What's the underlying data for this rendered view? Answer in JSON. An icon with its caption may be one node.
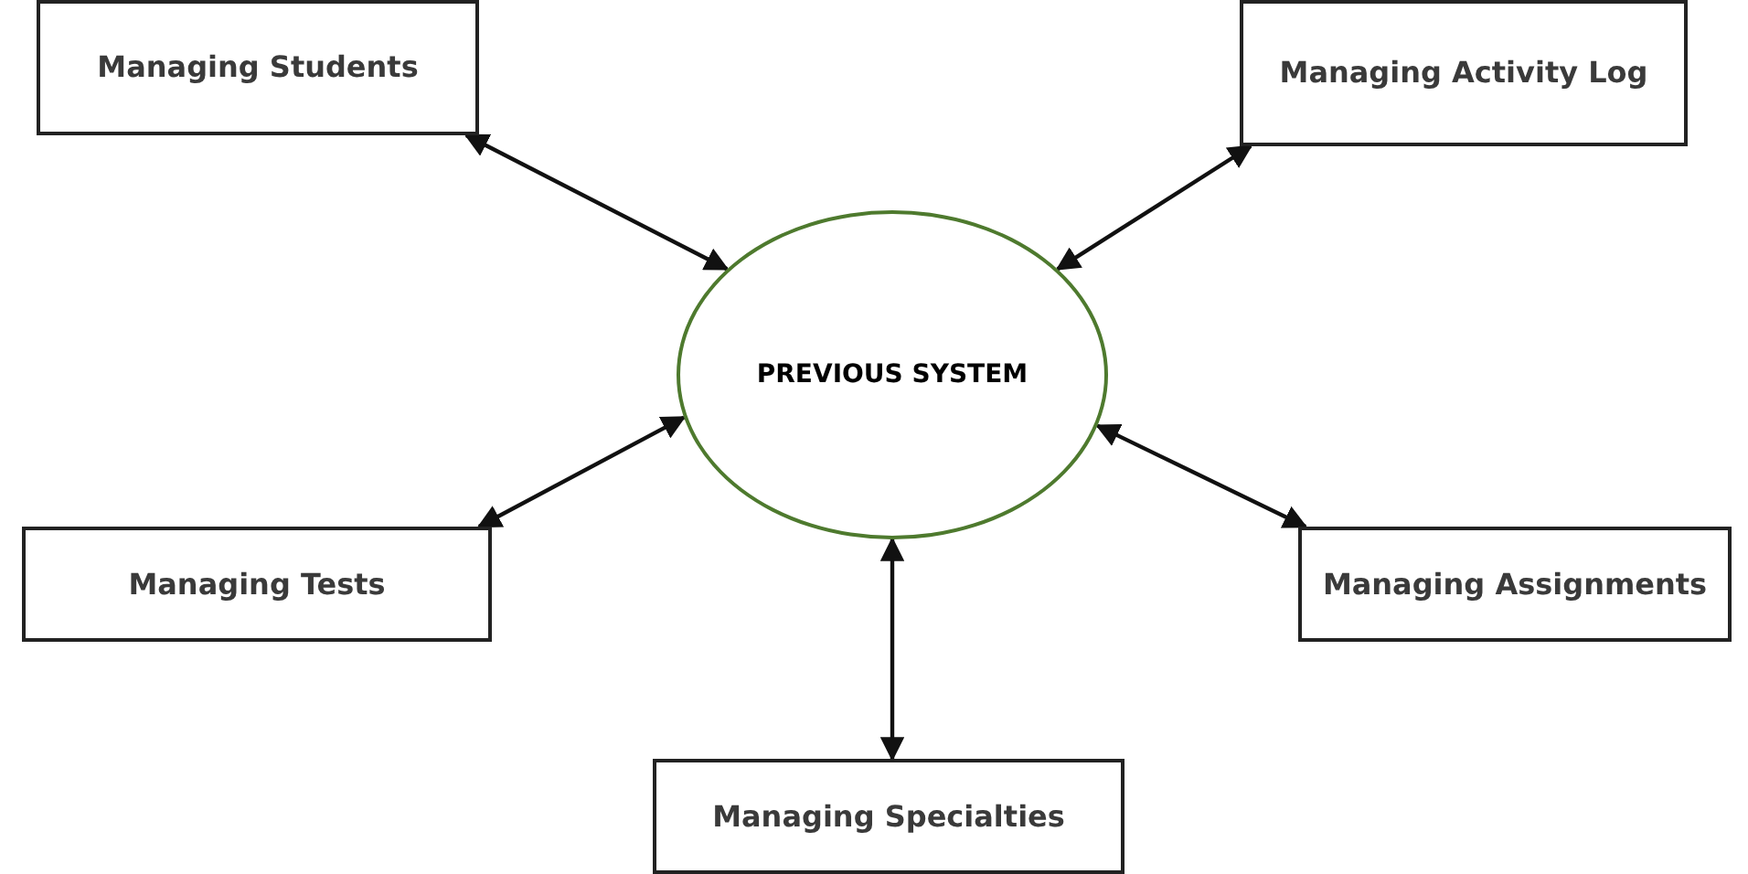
{
  "diagram": {
    "nodes": [
      {
        "text": [
          "Managing Students"
        ]
      },
      {
        "text": [
          "Managing Activity Log"
        ]
      },
      {
        "text": [
          "PREVIOUS SYSTEM"
        ]
      },
      {
        "text": [
          "Managing Tests"
        ]
      },
      {
        "text": [
          "Managing Assignments"
        ]
      },
      {
        "text": [
          "Managing Specialties"
        ]
      }
    ],
    "edges": [
      {
        "from": 0,
        "to": 2,
        "arrow": "both"
      },
      {
        "from": 1,
        "to": 2,
        "arrow": "both"
      },
      {
        "from": 3,
        "to": 2,
        "arrow": "both"
      },
      {
        "from": 4,
        "to": 2,
        "arrow": "both"
      },
      {
        "from": 5,
        "to": 2,
        "arrow": "both"
      }
    ]
  }
}
